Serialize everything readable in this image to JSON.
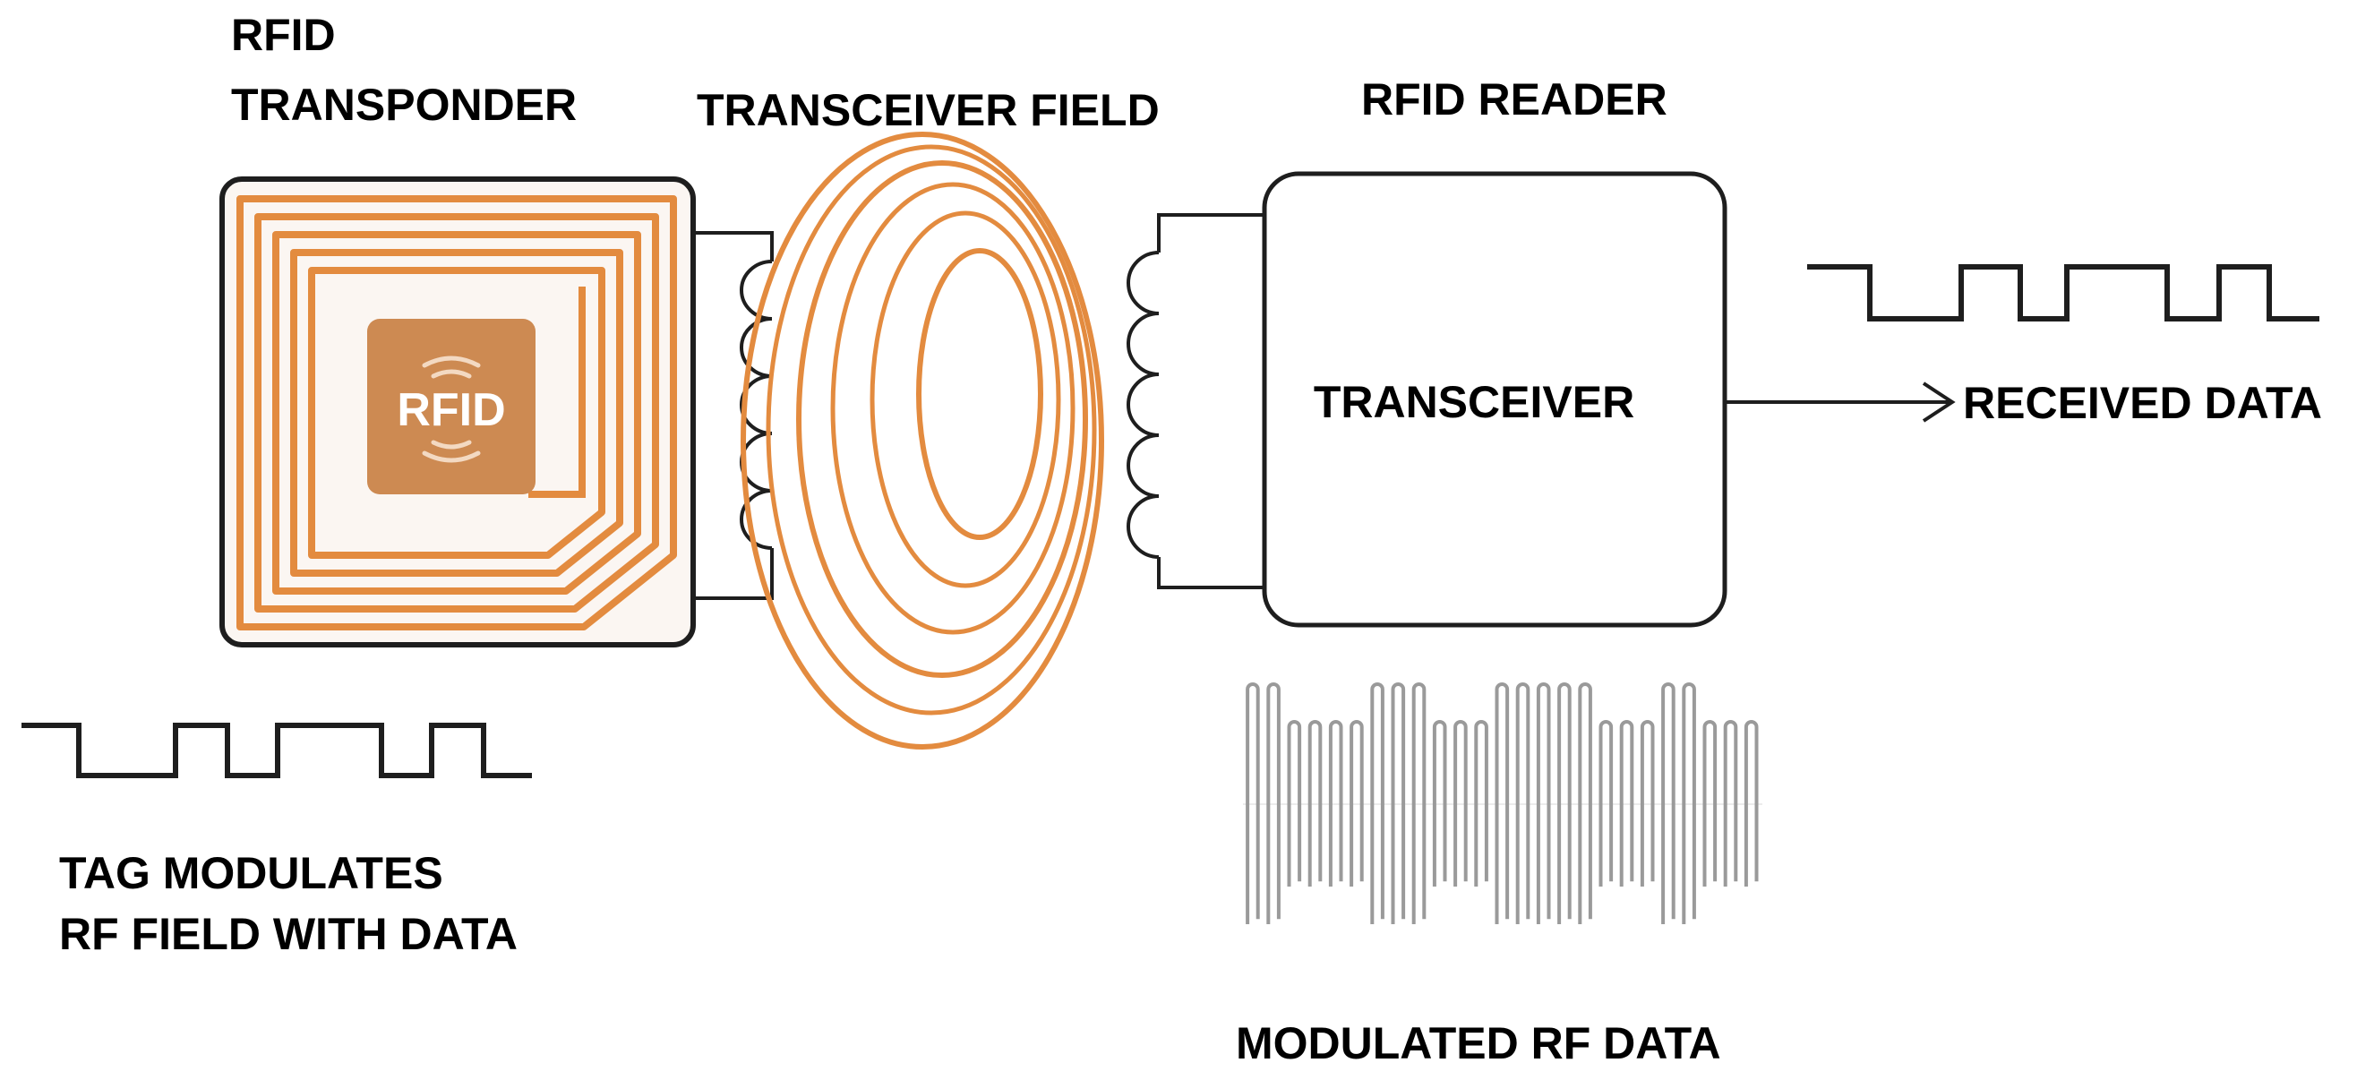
{
  "labels": {
    "transponder_line1": "RFID",
    "transponder_line2": "TRANSPONDER",
    "field": "TRANSCEIVER FIELD",
    "reader": "RFID READER",
    "transceiver": "TRANSCEIVER",
    "received": "RECEIVED DATA",
    "tag_mod_line1": "TAG MODULATES",
    "tag_mod_line2": "RF FIELD WITH DATA",
    "modulated": "MODULATED RF DATA",
    "chip": "RFID"
  },
  "colors": {
    "copper": "#e38b3f",
    "chip": "#cd8a52",
    "line": "#1e1e1e",
    "waveform": "#9a9a9a"
  },
  "icons": {
    "chip_signal_top": "wireless-waves-icon",
    "chip_signal_bottom": "wireless-waves-icon",
    "arrow": "arrow-right-icon"
  }
}
